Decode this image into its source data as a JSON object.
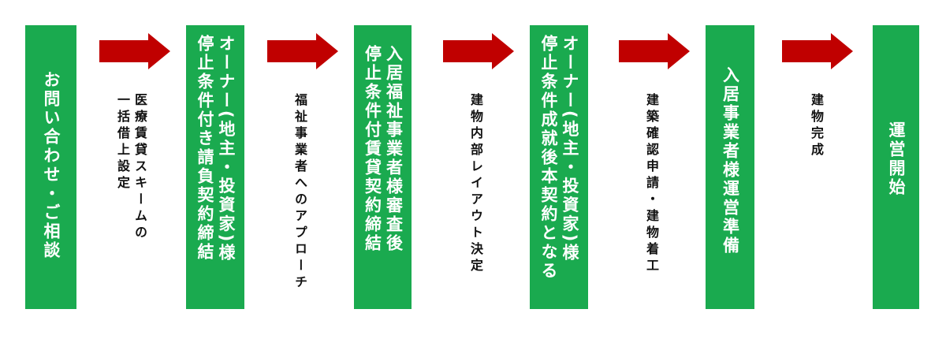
{
  "colors": {
    "box": "#1aaa4f",
    "arrow": "#c00000"
  },
  "steps": [
    {
      "label": "お問い合わせ・ご相談"
    },
    {
      "label": "オーナー(地主・投資家)様\n停止条件付き請負契約締結"
    },
    {
      "label": "入居福祉事業者様審査後\n停止条件付賃貸契約締結"
    },
    {
      "label": "オーナー(地主・投資家)様\n停止条件成就後本契約となる"
    },
    {
      "label": "入居事業者様運営準備"
    },
    {
      "label": "運営開始"
    }
  ],
  "captions": [
    "医療賃貸スキームの\n一括借上設定",
    "福祉事業者へのアプローチ",
    "建物内部レイアウト決定",
    "建築確認申請・建物着工",
    "建物完成"
  ]
}
